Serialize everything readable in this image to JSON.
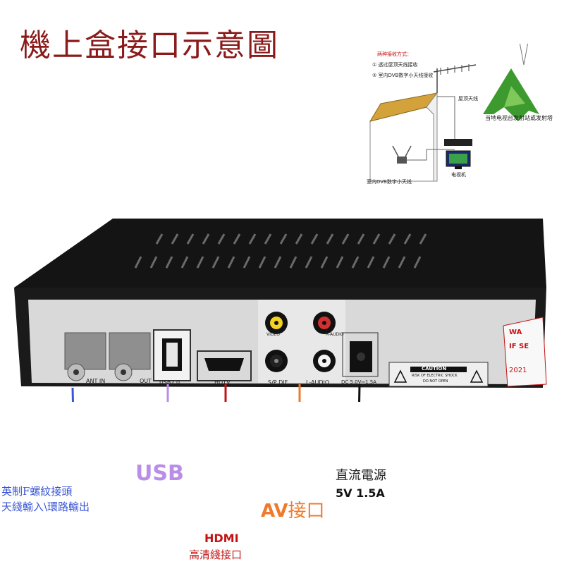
{
  "title": "機上盒接口示意圖",
  "inset": {
    "heading": "两种接收方式：",
    "method_1": "透过屋顶天线接收",
    "method_2": "室内DVB数字小天线接收",
    "roof_antenna": "屋顶天线",
    "indoor_antenna": "室内DVB数字小天线",
    "tv": "电视机",
    "tower_caption": "当地电视台发射站或发射塔"
  },
  "panel": {
    "rf_in": "ANT IN",
    "rf_out": "OUT",
    "usb": "USB2.0",
    "hdmi": "HDTV",
    "spdif": "S/P DIF",
    "audio": "L-AUDIO",
    "video": "VIDEO",
    "r_audio": "R-AUDIO",
    "dc_port": "DC 5.0V⎓1.5A",
    "caution_title": "CAUTION",
    "caution_text_1": "RISK OF ELECTRIC SHOCK",
    "caution_text_2": "DO NOT OPEN",
    "sticker_1": "WA",
    "sticker_2": "IF SE",
    "sticker_3": "2021"
  },
  "labels": {
    "f_connector_1": "英制F螺紋接頭",
    "f_connector_2": "天綫輸入\\環路輸出",
    "usb": "USB",
    "hdmi": "HDMI",
    "hdmi_cn": "高清綫接口",
    "av_prefix": "AV",
    "av_suffix": "接口",
    "dc": "直流電源",
    "dc_spec": "5V 1.5A"
  },
  "colors": {
    "title": "#8b1a1a",
    "f_connector": "#3a56d6",
    "usb": "#b98de8",
    "hdmi": "#c41212",
    "av": "#f07a2a",
    "dc": "#111111"
  }
}
